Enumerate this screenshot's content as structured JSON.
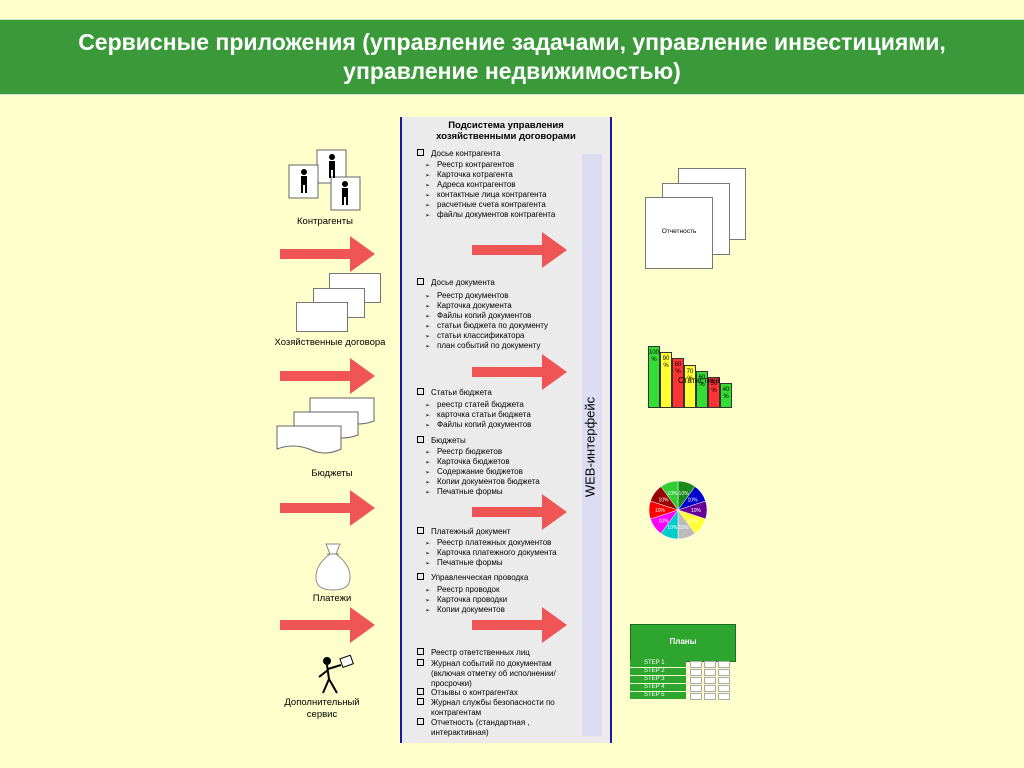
{
  "header": {
    "title": "Сервисные приложения (управление задачами, управление инвестициями, управление недвижимостью)"
  },
  "panel": {
    "title_line1": "Подсистема управления",
    "title_line2": "хозяйственными договорами",
    "web_label": "WEB-интерфейс",
    "sections": [
      {
        "title": "Досье контрагента",
        "items": [
          "Реестр контрагентов",
          "Карточка котрагента",
          "Адреса контрагентов",
          "контактные лица контрагента",
          "расчетные счета контрагента",
          "файлы документов контрагента"
        ]
      },
      {
        "title": "Досье документа",
        "items": [
          "Реестр документов",
          "Карточка документа",
          "Файлы копий документов",
          "статьи бюджета по документу",
          "статьи классификатора",
          "план событий по документу"
        ]
      },
      {
        "title": "Статьи бюджета",
        "items": [
          "реестр статей бюджета",
          "карточка статьи бюджета",
          "Файлы копий документов"
        ]
      },
      {
        "title": "Бюджеты",
        "items": [
          "Реестр бюджетов",
          "Карточка бюджетов",
          "Содержание бюджетов",
          "Копии документов бюджета",
          "Печатные формы"
        ]
      },
      {
        "title": "Платежный документ",
        "items": [
          "Реестр платежных документов",
          "Карточка платежного документа",
          "Печатные формы"
        ]
      },
      {
        "title": "Управленческая проводка",
        "items": [
          "Реестр проводок",
          "Карточка проводки",
          "Копии документов"
        ]
      }
    ],
    "bottom_items": [
      {
        "line1": "Реестр ответственных лиц",
        "line2": ""
      },
      {
        "line1": "Журнал событий по документам",
        "line2": "(включая отметку об исполнении/",
        "line3": "просрочки)"
      },
      {
        "line1": "Отзывы о контрагентах",
        "line2": ""
      },
      {
        "line1": "Журнал службы безопасности по",
        "line2": "контрагентам"
      },
      {
        "line1": "Отчетность (стандартная ,",
        "line2": "интерактивная)"
      }
    ]
  },
  "left_labels": {
    "contractors": "Контрагенты",
    "contracts": "Хозяйственные договора",
    "budgets": "Бюджеты",
    "payments": "Платежи",
    "extra_line1": "Дополнительный",
    "extra_line2": "сервис"
  },
  "right": {
    "report_label": "Отчетность",
    "stats_label": "Статистика",
    "bars": [
      {
        "value": 100,
        "label": "100 %",
        "color": "#33dd33"
      },
      {
        "value": 90,
        "label": "90 %",
        "color": "#ffff33"
      },
      {
        "value": 80,
        "label": "80 %",
        "color": "#ff3333"
      },
      {
        "value": 70,
        "label": "70 %",
        "color": "#ffff33"
      },
      {
        "value": 60,
        "label": "60 %",
        "color": "#33dd33"
      },
      {
        "value": 50,
        "label": "50 %",
        "color": "#ff3333"
      },
      {
        "value": 40,
        "label": "40 %",
        "color": "#33dd33"
      }
    ],
    "pie": {
      "slice_label": "10%",
      "colors": [
        "#1a8a1a",
        "#0000cc",
        "#660099",
        "#ffff33",
        "#bbbbbb",
        "#00cccc",
        "#ff00ff",
        "#ff0000",
        "#990000",
        "#33cc33"
      ]
    },
    "plans": {
      "title": "Планы",
      "steps": [
        "STEP 1",
        "STEP 2",
        "STEP 3",
        "STEP 4",
        "STEP 5"
      ]
    }
  },
  "colors": {
    "header": "#3a9a3a",
    "arrow": "#f05555",
    "panel_border": "#1a1aa0",
    "background": "#ffffcc"
  }
}
